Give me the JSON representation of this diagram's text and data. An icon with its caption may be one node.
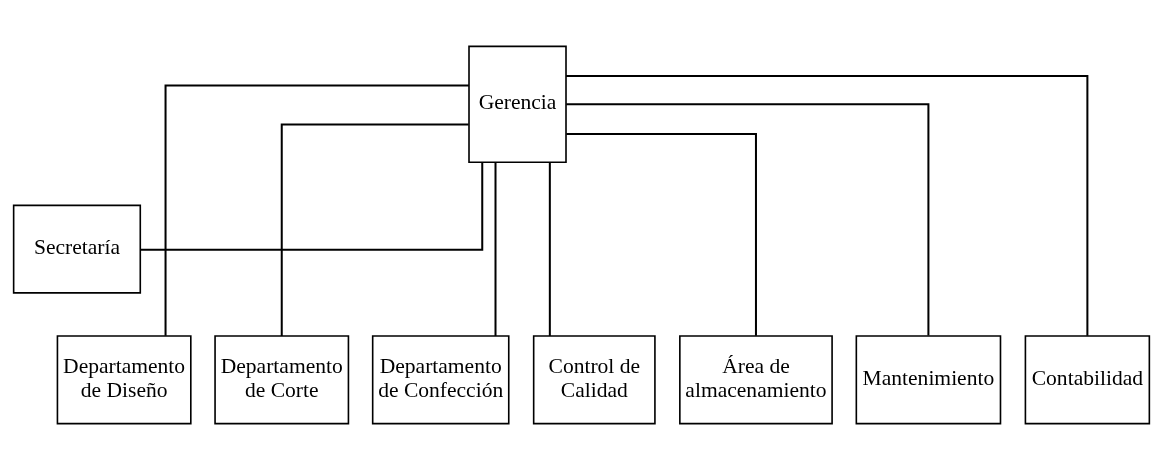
{
  "diagram": {
    "nodes": [
      {
        "text": [
          "Gerencia"
        ]
      },
      {
        "text": [
          "Secretaría"
        ]
      },
      {
        "text": [
          "Departamento de Diseño"
        ]
      },
      {
        "text": [
          "Departamento de Corte"
        ]
      },
      {
        "text": [
          "Departamento de Confección"
        ]
      },
      {
        "text": [
          "Control de Calidad"
        ]
      },
      {
        "text": [
          "Área de almacenamiento"
        ]
      },
      {
        "text": [
          "Mantenimiento"
        ]
      },
      {
        "text": [
          "Contabilidad"
        ]
      }
    ],
    "edges": [
      {
        "from": 0,
        "to": 1,
        "arrow": "none"
      },
      {
        "from": 0,
        "to": 2,
        "arrow": "none"
      },
      {
        "from": 0,
        "to": 3,
        "arrow": "none"
      },
      {
        "from": 0,
        "to": 4,
        "arrow": "none"
      },
      {
        "from": 0,
        "to": 5,
        "arrow": "none"
      },
      {
        "from": 0,
        "to": 6,
        "arrow": "none"
      },
      {
        "from": 0,
        "to": 7,
        "arrow": "none"
      },
      {
        "from": 0,
        "to": 8,
        "arrow": "none"
      }
    ]
  }
}
